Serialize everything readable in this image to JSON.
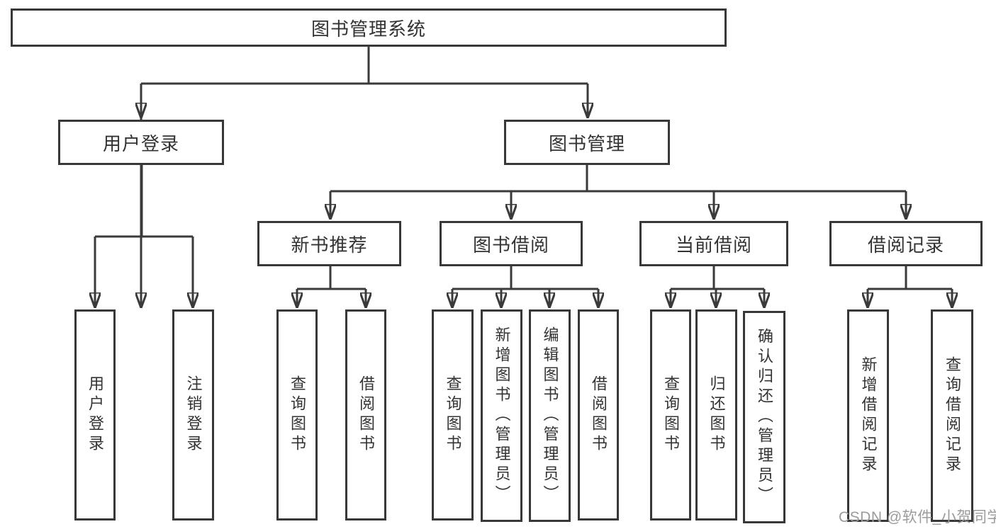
{
  "colors": {
    "line": "#3a3a3a",
    "box_border": "#383838",
    "text": "#333333",
    "box_background": "#ffffff",
    "page_background": "#ffffff",
    "watermark": "#9b9b9b"
  },
  "watermark": {
    "text": "CSDN @软件_小贺同学"
  },
  "tree": {
    "label": "图书管理系统",
    "children": [
      {
        "label": "用户登录",
        "children": [
          {
            "label": "用户登录"
          },
          {
            "label": "注销登录"
          }
        ]
      },
      {
        "label": "图书管理",
        "children": [
          {
            "label": "新书推荐",
            "children": [
              {
                "label": "查询图书"
              },
              {
                "label": "借阅图书"
              }
            ]
          },
          {
            "label": "图书借阅",
            "children": [
              {
                "label": "查询图书"
              },
              {
                "label": "新增图书（管理员）"
              },
              {
                "label": "编辑图书（管理员）"
              },
              {
                "label": "借阅图书"
              }
            ]
          },
          {
            "label": "当前借阅",
            "children": [
              {
                "label": "查询图书"
              },
              {
                "label": "归还图书"
              },
              {
                "label": "确认归还（管理员）"
              }
            ]
          },
          {
            "label": "借阅记录",
            "children": [
              {
                "label": "新增借阅记录"
              },
              {
                "label": "查询借阅记录"
              }
            ]
          }
        ]
      }
    ]
  }
}
